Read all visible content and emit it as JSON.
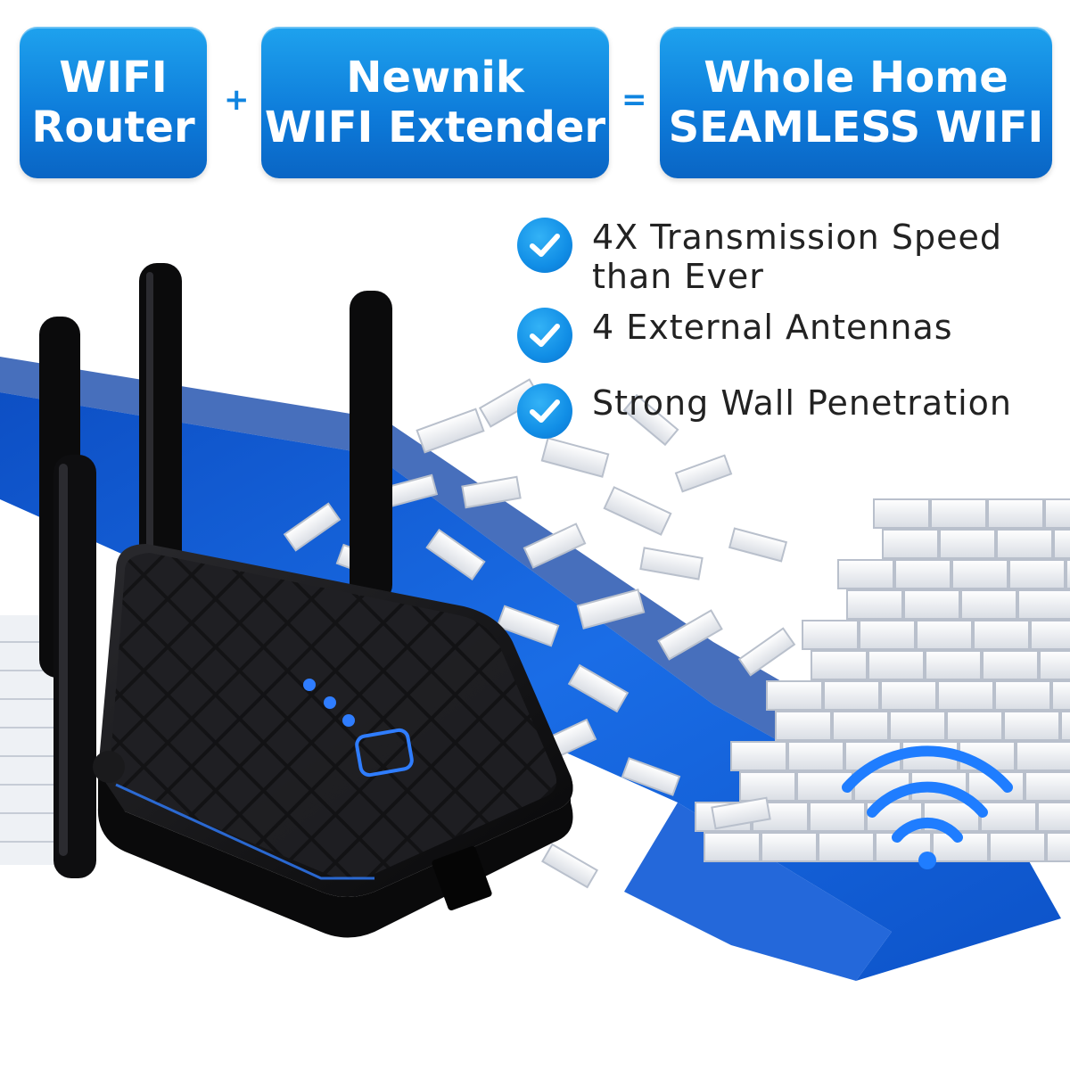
{
  "header": {
    "box1": {
      "line1": "WIFI",
      "line2": "Router"
    },
    "plus": "+",
    "box2": {
      "line1": "Newnik",
      "line2": "WIFI Extender"
    },
    "equals": "=",
    "box3": {
      "line1": "Whole Home",
      "line2": "SEAMLESS WIFI"
    }
  },
  "features": [
    {
      "line1": "4X Transmission Speed",
      "line2": "than Ever",
      "icon": "check-icon"
    },
    {
      "line1": "4 External Antennas",
      "icon": "check-icon"
    },
    {
      "line1": "Strong Wall Penetration",
      "icon": "check-icon"
    }
  ],
  "colors": {
    "banner": "#0d7ad9",
    "check": "#118ee6",
    "arrow": "#1560d0",
    "device": "#111111",
    "led": "#2f7dff"
  }
}
